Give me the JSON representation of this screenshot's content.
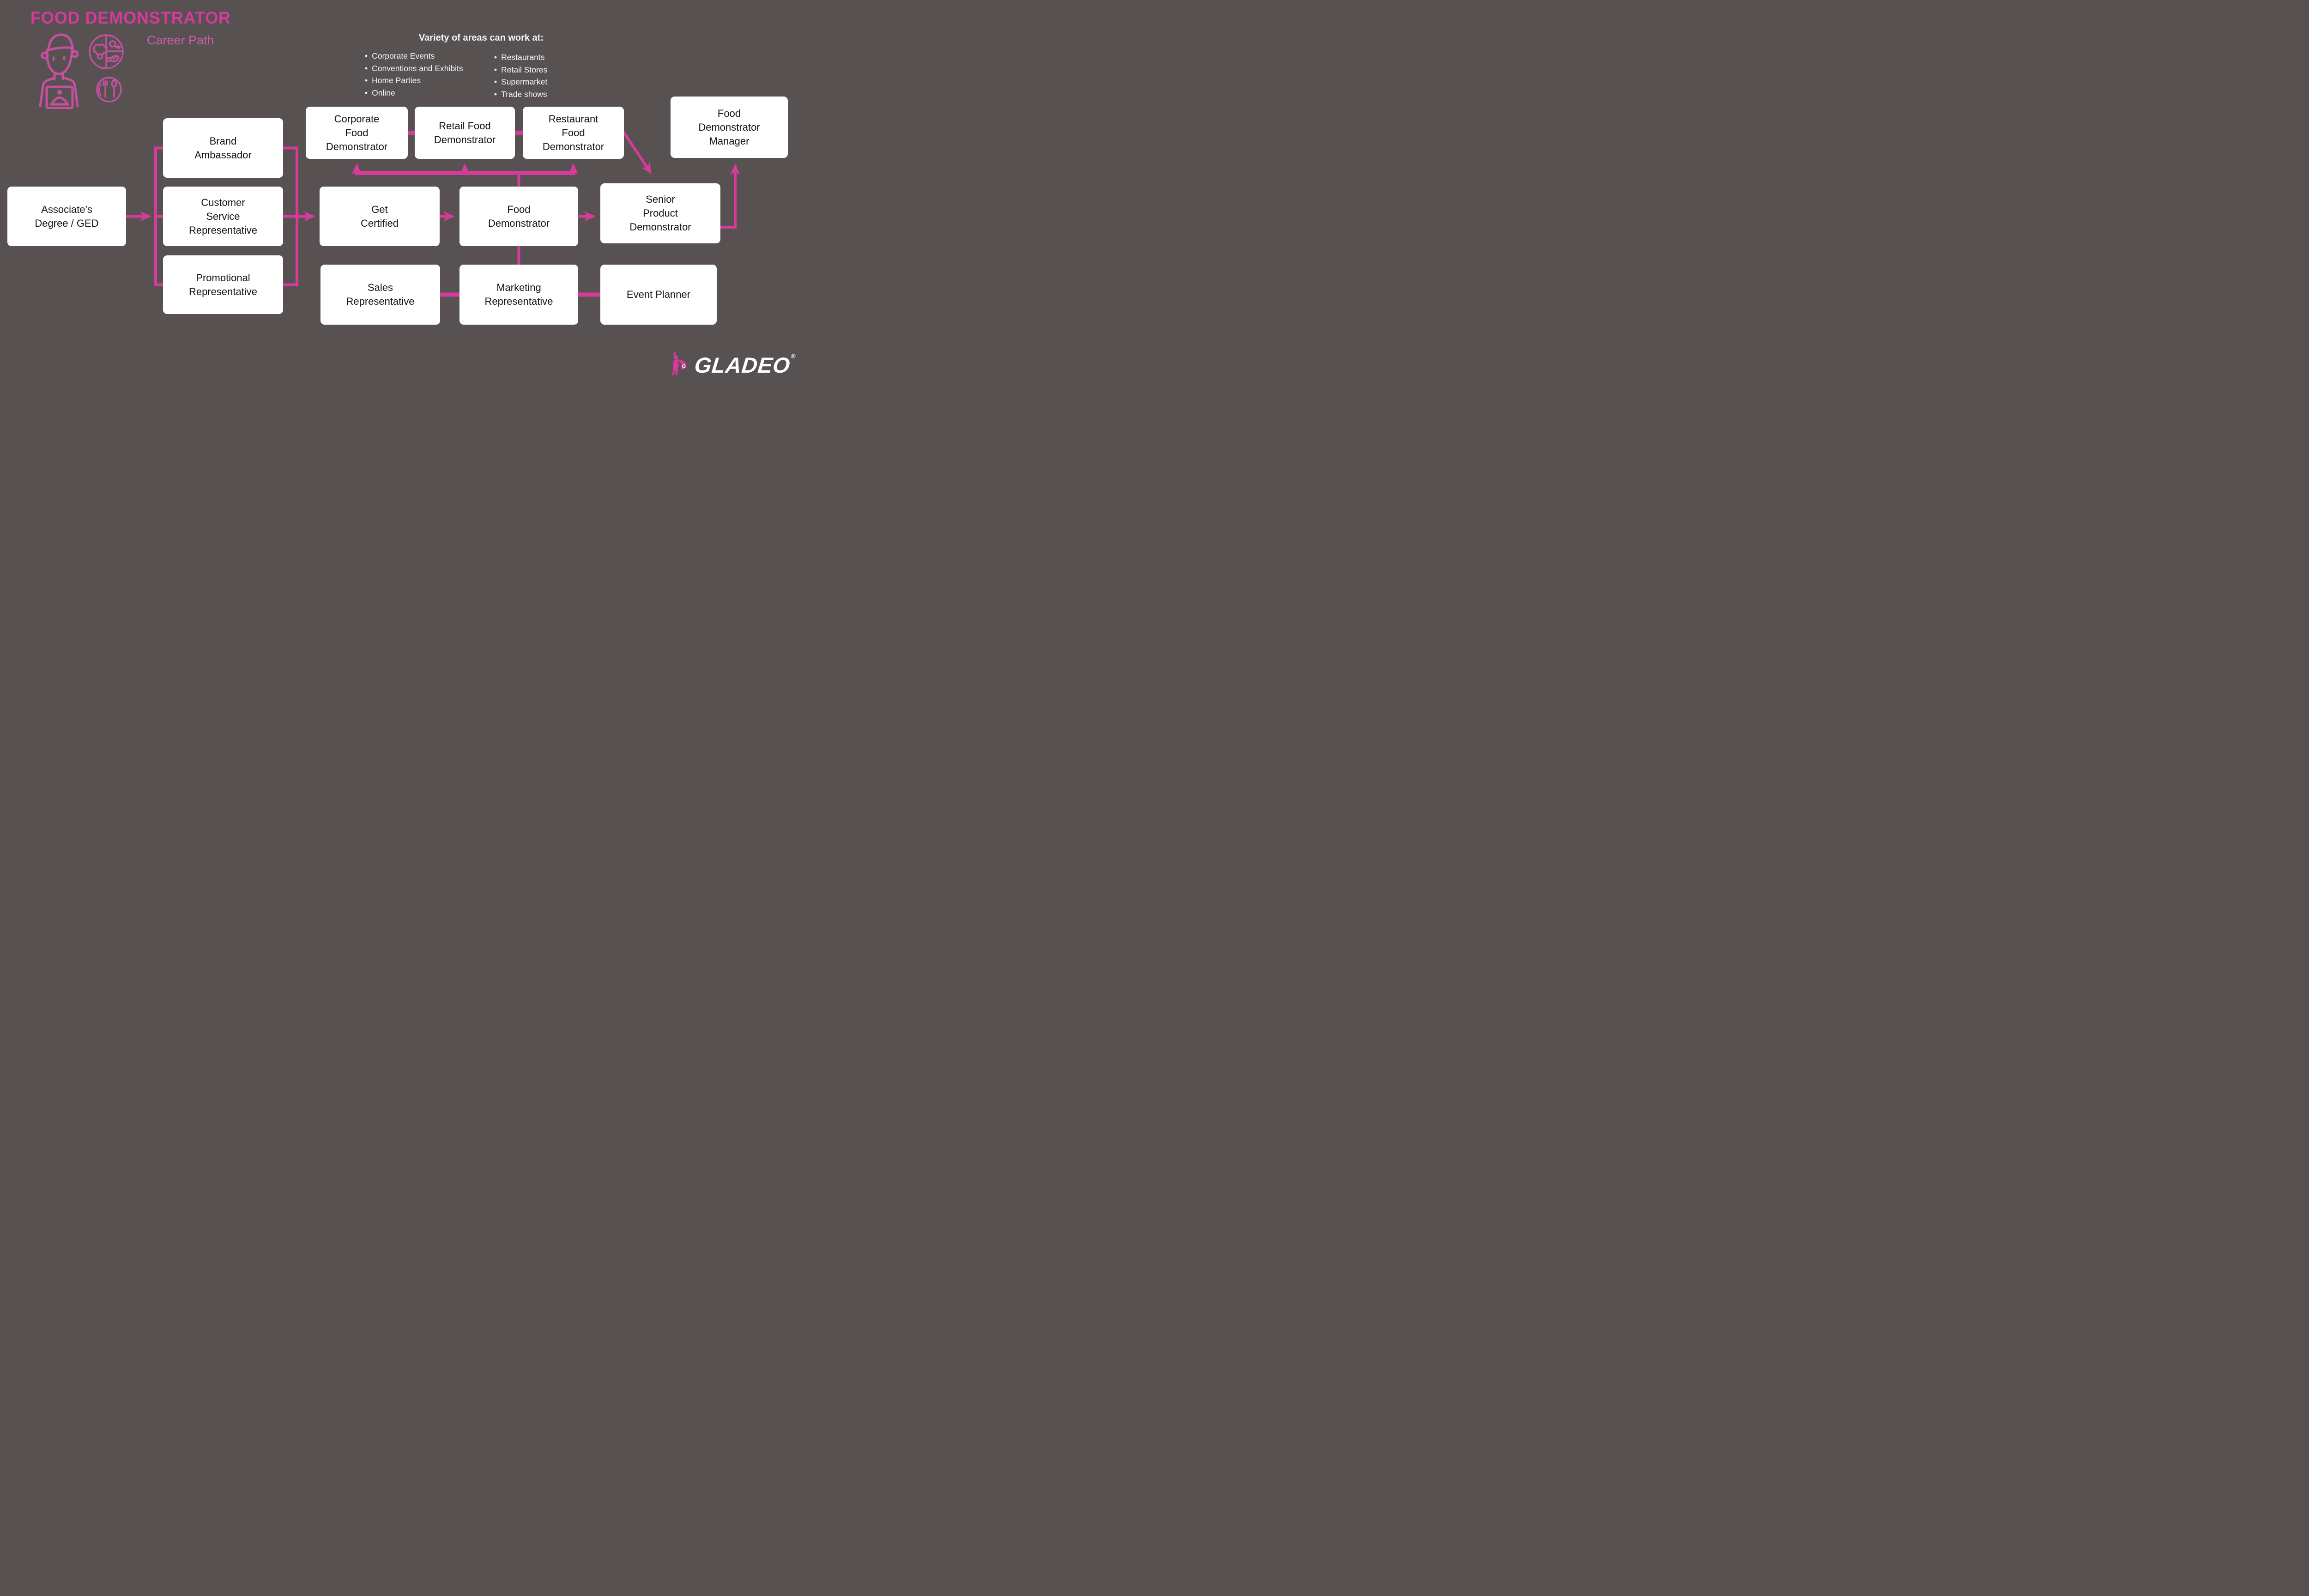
{
  "colors": {
    "background": "#575152",
    "accent": "#d63a9b",
    "accent-soft": "#cf5ca6",
    "icon-stroke": "#c6509e",
    "box-bg": "#ffffff",
    "box-text": "#141414",
    "light-text": "#f7f4f6"
  },
  "header": {
    "title": "FOOD DEMONSTRATOR",
    "subtitle": "Career Path"
  },
  "work_areas": {
    "heading": "Variety of areas can work at:",
    "column1": [
      "Corporate Events",
      "Conventions and Exhibits",
      "Home Parties",
      "Online"
    ],
    "column2": [
      "Restaurants",
      "Retail Stores",
      "Supermarket",
      "Trade shows"
    ]
  },
  "flowchart": {
    "boxes": {
      "associates_degree": {
        "label": "Associate's\nDegree / GED"
      },
      "brand_ambassador": {
        "label": "Brand\nAmbassador"
      },
      "customer_service_rep": {
        "label": "Customer\nService\nRepresentative"
      },
      "promotional_rep": {
        "label": "Promotional\nRepresentative"
      },
      "corporate_food_demonstrator": {
        "label": "Corporate\nFood\nDemonstrator"
      },
      "retail_food_demonstrator": {
        "label": "Retail Food\nDemonstrator"
      },
      "restaurant_food_demonstrator": {
        "label": "Restaurant\nFood\nDemonstrator"
      },
      "get_certified": {
        "label": "Get\nCertified"
      },
      "food_demonstrator": {
        "label": "Food\nDemonstrator"
      },
      "food_demonstrator_manager": {
        "label": "Food\nDemonstrator\nManager"
      },
      "senior_product_demonstrator": {
        "label": "Senior\nProduct\nDemonstrator"
      },
      "sales_rep": {
        "label": "Sales\nRepresentative"
      },
      "marketing_rep": {
        "label": "Marketing\nRepresentative"
      },
      "event_planner": {
        "label": "Event Planner"
      }
    }
  },
  "logo": {
    "brand": "GLADEO",
    "registered": "®"
  }
}
